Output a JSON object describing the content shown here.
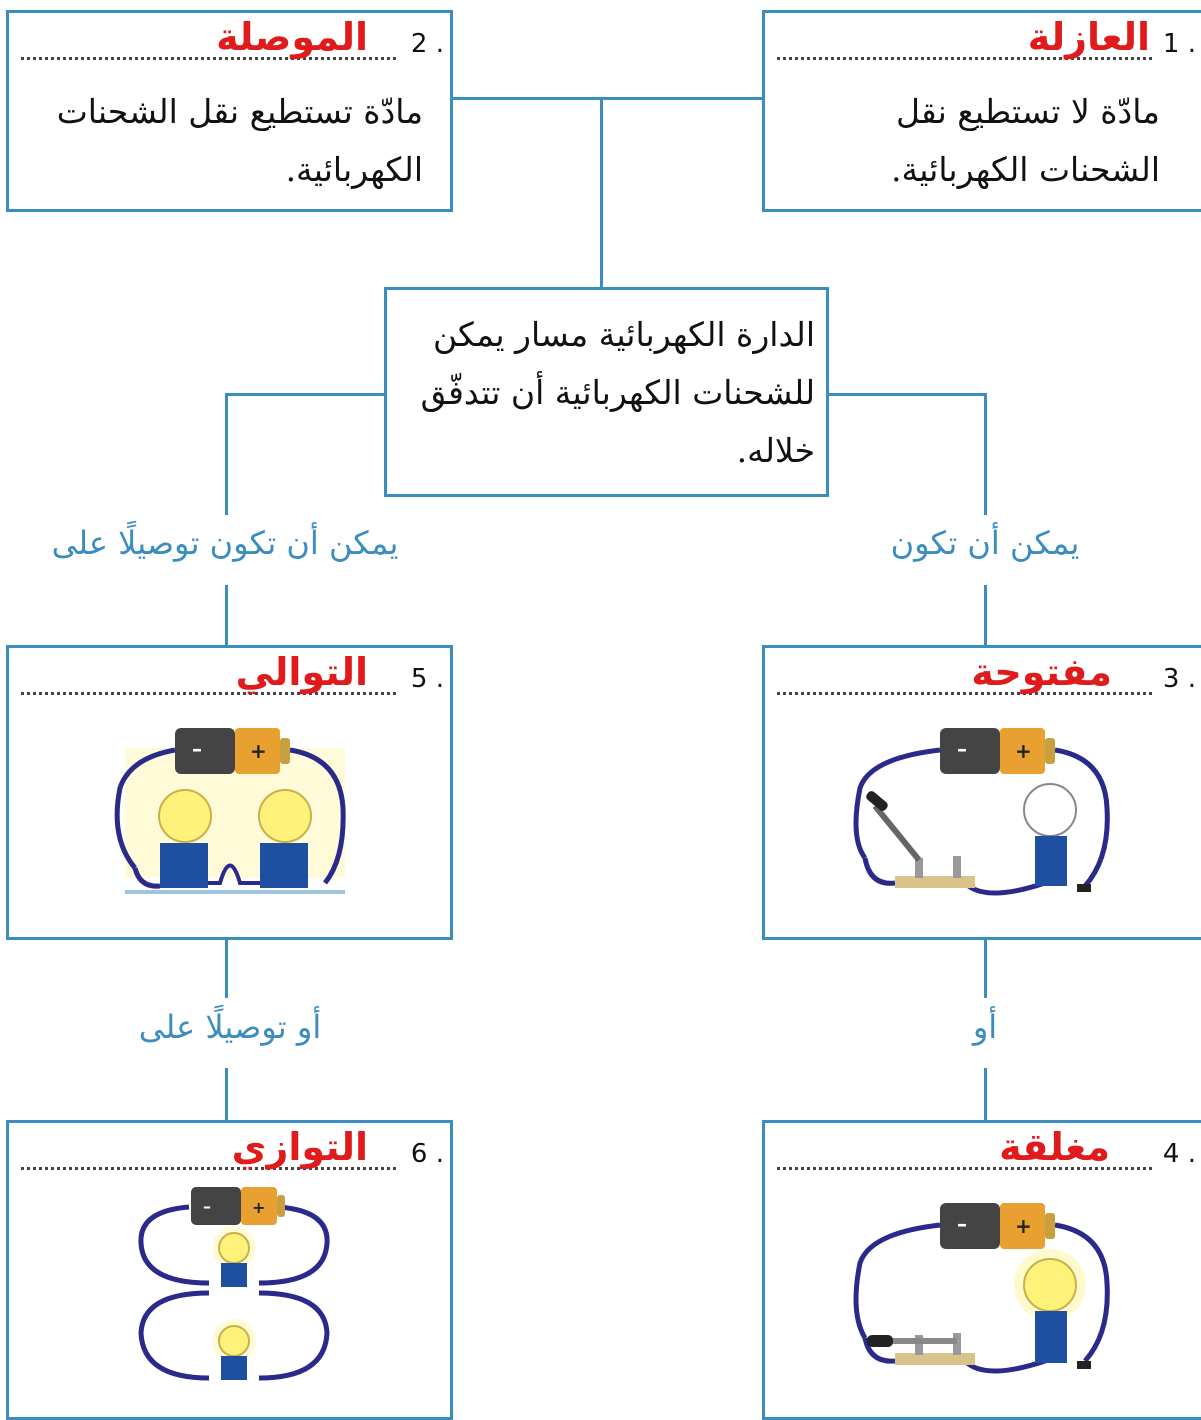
{
  "boxes": {
    "b1": {
      "number": "1 .",
      "answer": "العازلة",
      "text": "مادّة لا تستطيع نقل الشحنات الكهربائية."
    },
    "b2": {
      "number": "2 .",
      "answer": "الموصلة",
      "text": "مادّة تستطيع نقل الشحنات الكهربائية."
    },
    "center": {
      "text": "الدارة الكهربائية مسار يمكن للشحنات الكهربائية أن تتدفّق خلاله."
    },
    "b3": {
      "number": "3 .",
      "answer": "مفتوحة"
    },
    "b4": {
      "number": "4 .",
      "answer": "مغلقة"
    },
    "b5": {
      "number": "5 .",
      "answer": "التوالي"
    },
    "b6": {
      "number": "6 .",
      "answer": "التوازي"
    }
  },
  "connectors": {
    "left_top": "يمكن أن تكون توصيلًا على",
    "right_top": "يمكن أن تكون",
    "left_mid": "أو توصيلًا على",
    "right_mid": "أو"
  },
  "colors": {
    "line": "#3a8dbd",
    "answer": "#e01b1b",
    "wire": "#2a2a8a",
    "base": "#1f4fa0"
  }
}
